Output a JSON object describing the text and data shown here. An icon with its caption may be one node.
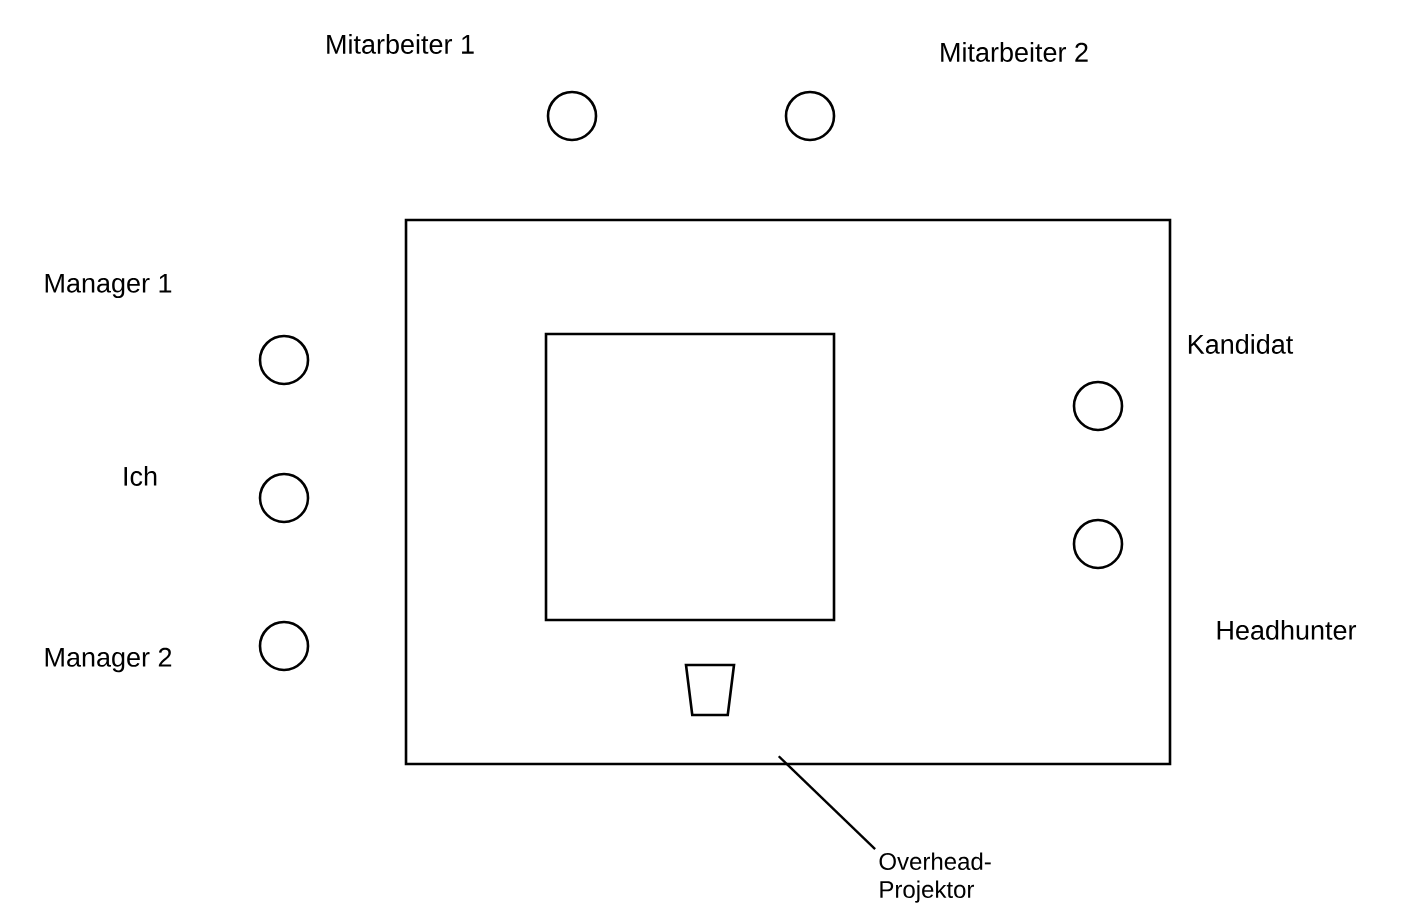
{
  "diagram": {
    "nodes": [
      {
        "text": [],
        "shape": "box"
      },
      {
        "text": [],
        "shape": "box",
        "in": 0
      },
      {
        "text": [],
        "shape": "trapezium",
        "in": 0
      },
      {
        "text": [],
        "shape": "circle",
        "beside": [
          "Mitarbeiter 1"
        ]
      },
      {
        "text": [],
        "shape": "circle"
      },
      {
        "text": [],
        "shape": "circle",
        "beside": [
          "Manager 1"
        ]
      },
      {
        "text": [],
        "shape": "circle",
        "beside": [
          "Ich"
        ]
      },
      {
        "text": [],
        "shape": "circle",
        "beside": [
          "Manager 2"
        ]
      },
      {
        "text": [],
        "shape": "circle",
        "beside": [
          "Kandidat"
        ],
        "in": 0
      },
      {
        "text": [],
        "shape": "circle",
        "in": 0
      },
      {
        "text": [
          "Overhead-Projektor"
        ]
      }
    ],
    "edges": [
      {
        "from": 10,
        "to": 2,
        "arrow": "none"
      }
    ],
    "labels": [
      "Mitarbeiter 2",
      "Headhunter"
    ]
  }
}
